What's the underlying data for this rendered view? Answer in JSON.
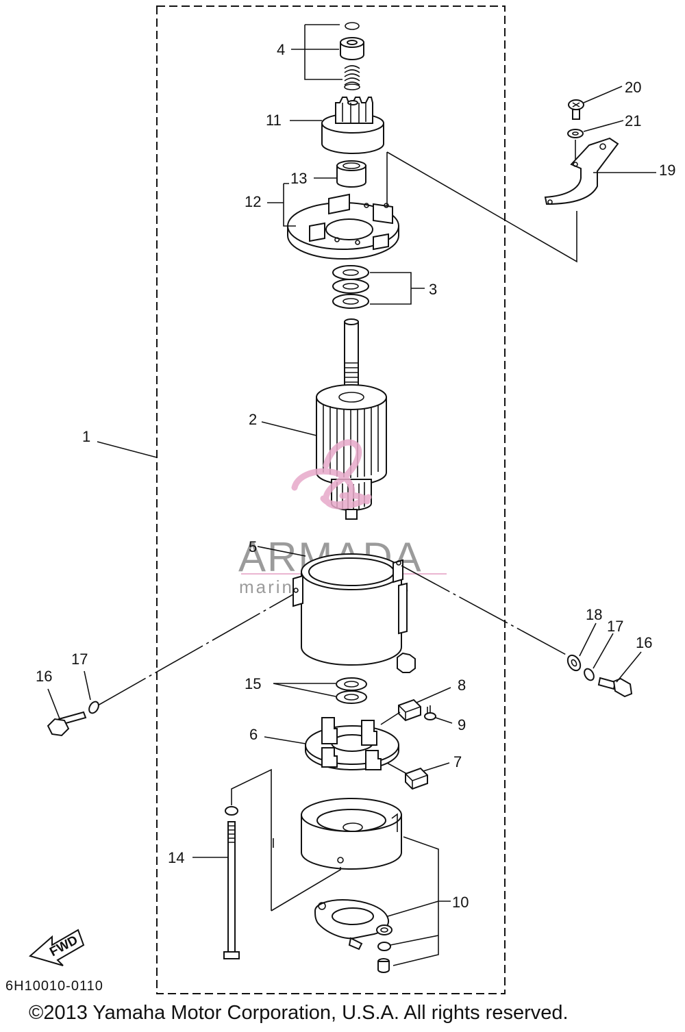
{
  "labels": {
    "l1": "1",
    "l2": "2",
    "l3": "3",
    "l4": "4",
    "l5": "5",
    "l6": "6",
    "l7": "7",
    "l8": "8",
    "l9": "9",
    "l10": "10",
    "l11": "11",
    "l12": "12",
    "l13": "13",
    "l14": "14",
    "l15": "15",
    "l16a": "16",
    "l16b": "16",
    "l17a": "17",
    "l17b": "17",
    "l18": "18",
    "l19": "19",
    "l20": "20",
    "l21": "21"
  },
  "watermark": {
    "brand": "ARMADA",
    "tagline": "marine outboards"
  },
  "fwd_label": "FWD",
  "diagram_code": "6H10010-0110",
  "copyright": "©2013 Yamaha Motor Corporation, U.S.A. All rights reserved.",
  "colors": {
    "ink": "#111111",
    "watermark_pink": "#e7a9c9",
    "watermark_gray": "#8a8a8a"
  }
}
